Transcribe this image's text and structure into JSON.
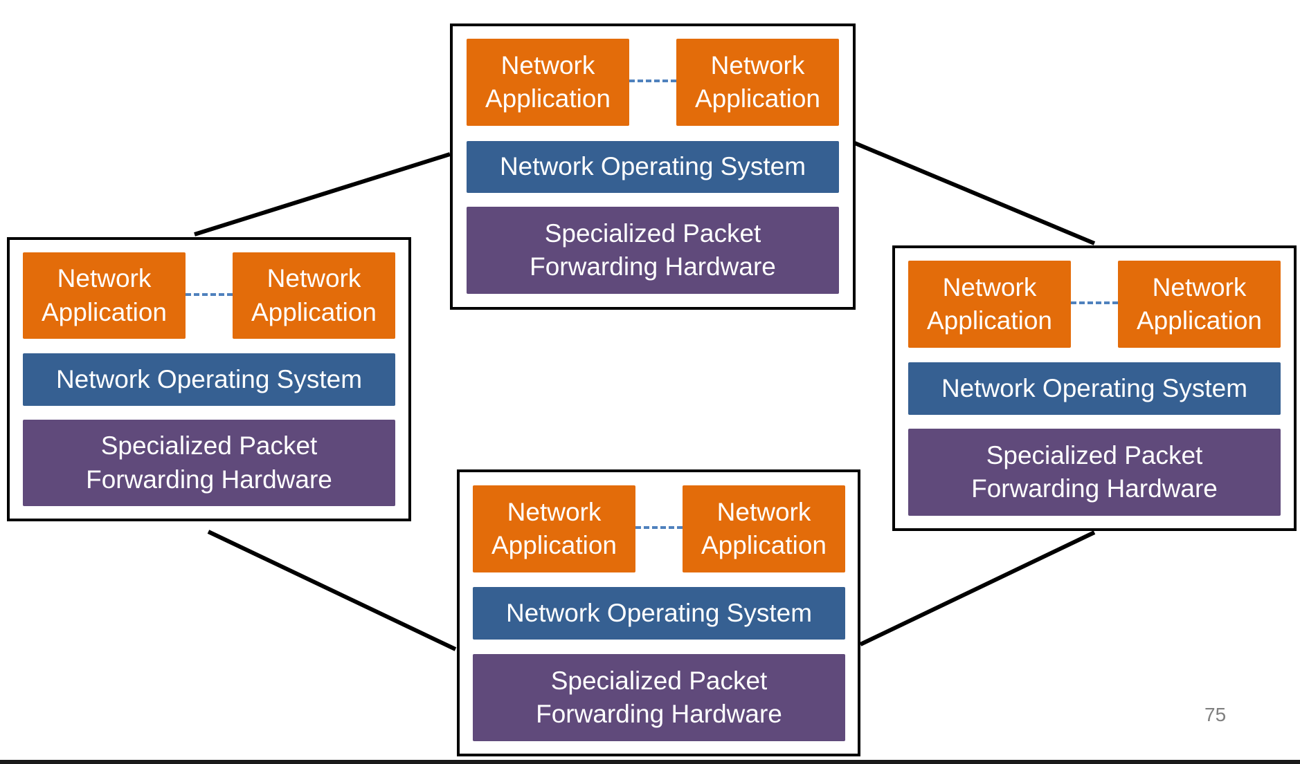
{
  "nodes": [
    {
      "id": "top",
      "app_left": "Network Application",
      "app_right": "Network Application",
      "os": "Network Operating System",
      "hardware": "Specialized Packet Forwarding Hardware"
    },
    {
      "id": "left",
      "app_left": "Network Application",
      "app_right": "Network Application",
      "os": "Network Operating System",
      "hardware": "Specialized Packet Forwarding Hardware"
    },
    {
      "id": "right",
      "app_left": "Network Application",
      "app_right": "Network Application",
      "os": "Network Operating System",
      "hardware": "Specialized Packet Forwarding Hardware"
    },
    {
      "id": "bottom",
      "app_left": "Network Application",
      "app_right": "Network Application",
      "os": "Network Operating System",
      "hardware": "Specialized Packet Forwarding Hardware"
    }
  ],
  "links": [
    {
      "from": "left",
      "to": "top"
    },
    {
      "from": "top",
      "to": "right"
    },
    {
      "from": "left",
      "to": "bottom"
    },
    {
      "from": "right",
      "to": "bottom"
    }
  ],
  "colors": {
    "application": "#e36c0a",
    "operating_system": "#366092",
    "hardware": "#604a7b",
    "app_link": "#4f81bd",
    "border": "#000000"
  },
  "page_number": "75"
}
